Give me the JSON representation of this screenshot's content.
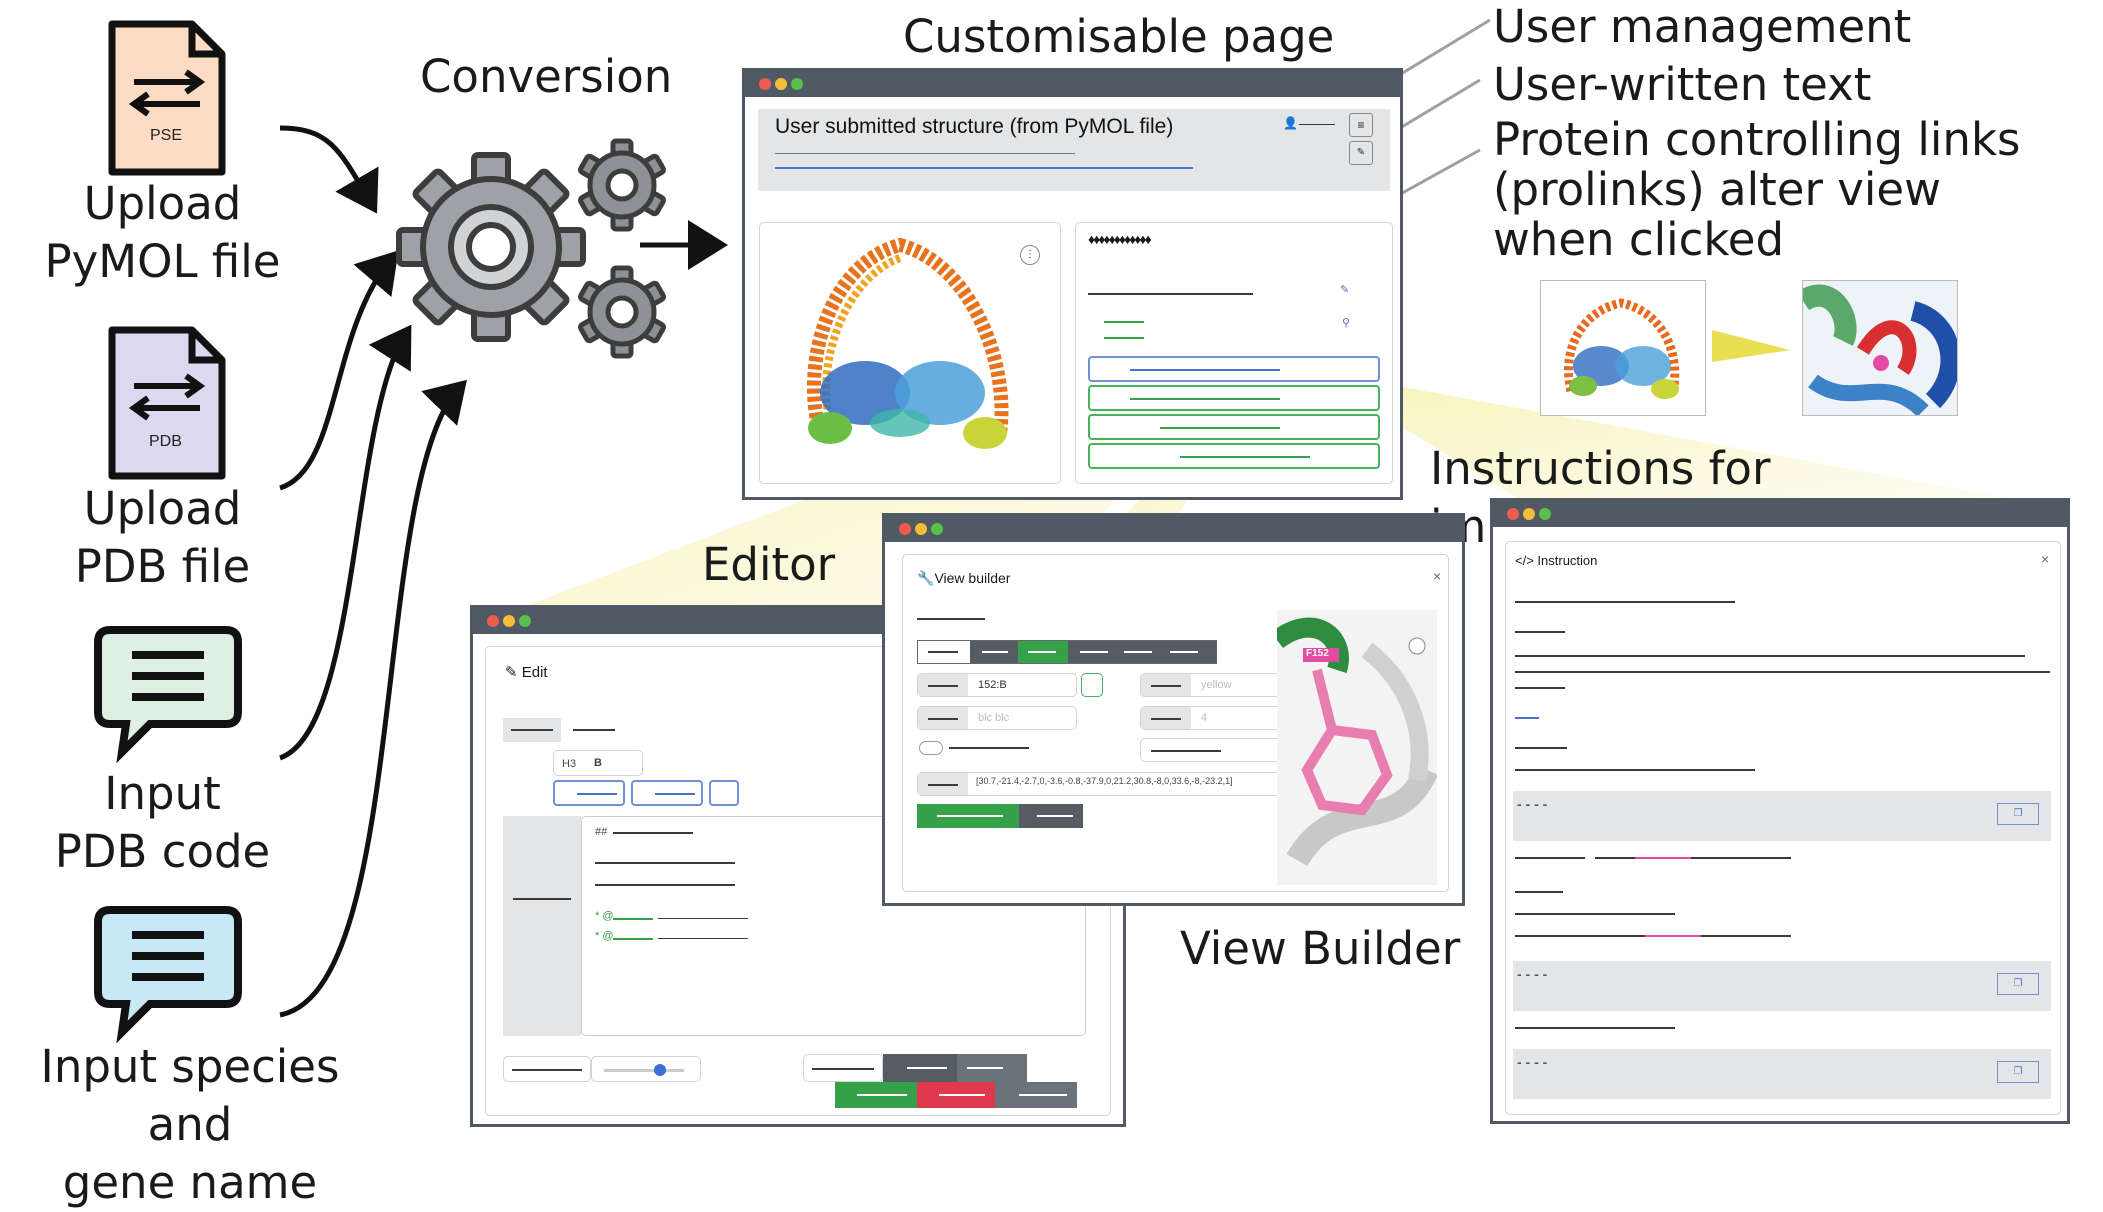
{
  "inputs": {
    "pymol": {
      "file_badge": "PSE",
      "label_line1": "Upload",
      "label_line2": "PyMOL file"
    },
    "pdb": {
      "file_badge": "PDB",
      "label_line1": "Upload",
      "label_line2": "PDB file"
    },
    "code": {
      "label_line1": "Input",
      "label_line2": "PDB code"
    },
    "species": {
      "label_line1": "Input species and",
      "label_line2": "gene name"
    }
  },
  "conversion": {
    "title": "Conversion"
  },
  "customisable_page": {
    "title": "Customisable page",
    "header": "User submitted structure (from PyMOL file)",
    "notes_heading": "♦♦♦♦♦♦♦♦♦♦♦♦"
  },
  "annotations": {
    "user_management": "User management",
    "user_text": "User-written text",
    "prolinks_line1": "Protein controlling links",
    "prolinks_line2": "(prolinks) alter view",
    "prolinks_line3": "when clicked",
    "instructions": "Instructions for implementation"
  },
  "editor": {
    "section_label": "Editor",
    "header": "Edit",
    "toolbar": [
      "H3",
      "B"
    ],
    "md_heading": "##",
    "md_bullets": [
      "* @",
      "* @"
    ]
  },
  "view_builder": {
    "section_label": "View Builder",
    "header": "View builder",
    "selection_value": "152:B",
    "color_value": "yellow",
    "label_value": "blc blc",
    "number_value": "4",
    "view_matrix": "[30.7,-21.4,-2.7,0,-3.6,-0.8,-37.9,0,21.2,30.8,-8,0,33.6,-8,-23.2,1]",
    "residue_label": "F152"
  },
  "instruction_window": {
    "header": "Instruction",
    "code_placeholder": "- - - -"
  },
  "colors": {
    "window_frame": "#4f5a64",
    "file_pse": "#fcdcc4",
    "file_pdb": "#dcd8f0",
    "bubble_code": "#def0e4",
    "bubble_species": "#c9e8f6",
    "highlight": "#f4ee9c",
    "green_button": "#35a24a",
    "red_button": "#e0384c",
    "link_pink": "#e24ba4"
  },
  "icons": [
    "file-icon",
    "gear-icon",
    "chat-bubble-icon",
    "user-icon",
    "menu-icon",
    "pencil-icon",
    "wrench-icon",
    "code-icon",
    "trash-icon",
    "copy-icon",
    "arrow-right-icon"
  ]
}
